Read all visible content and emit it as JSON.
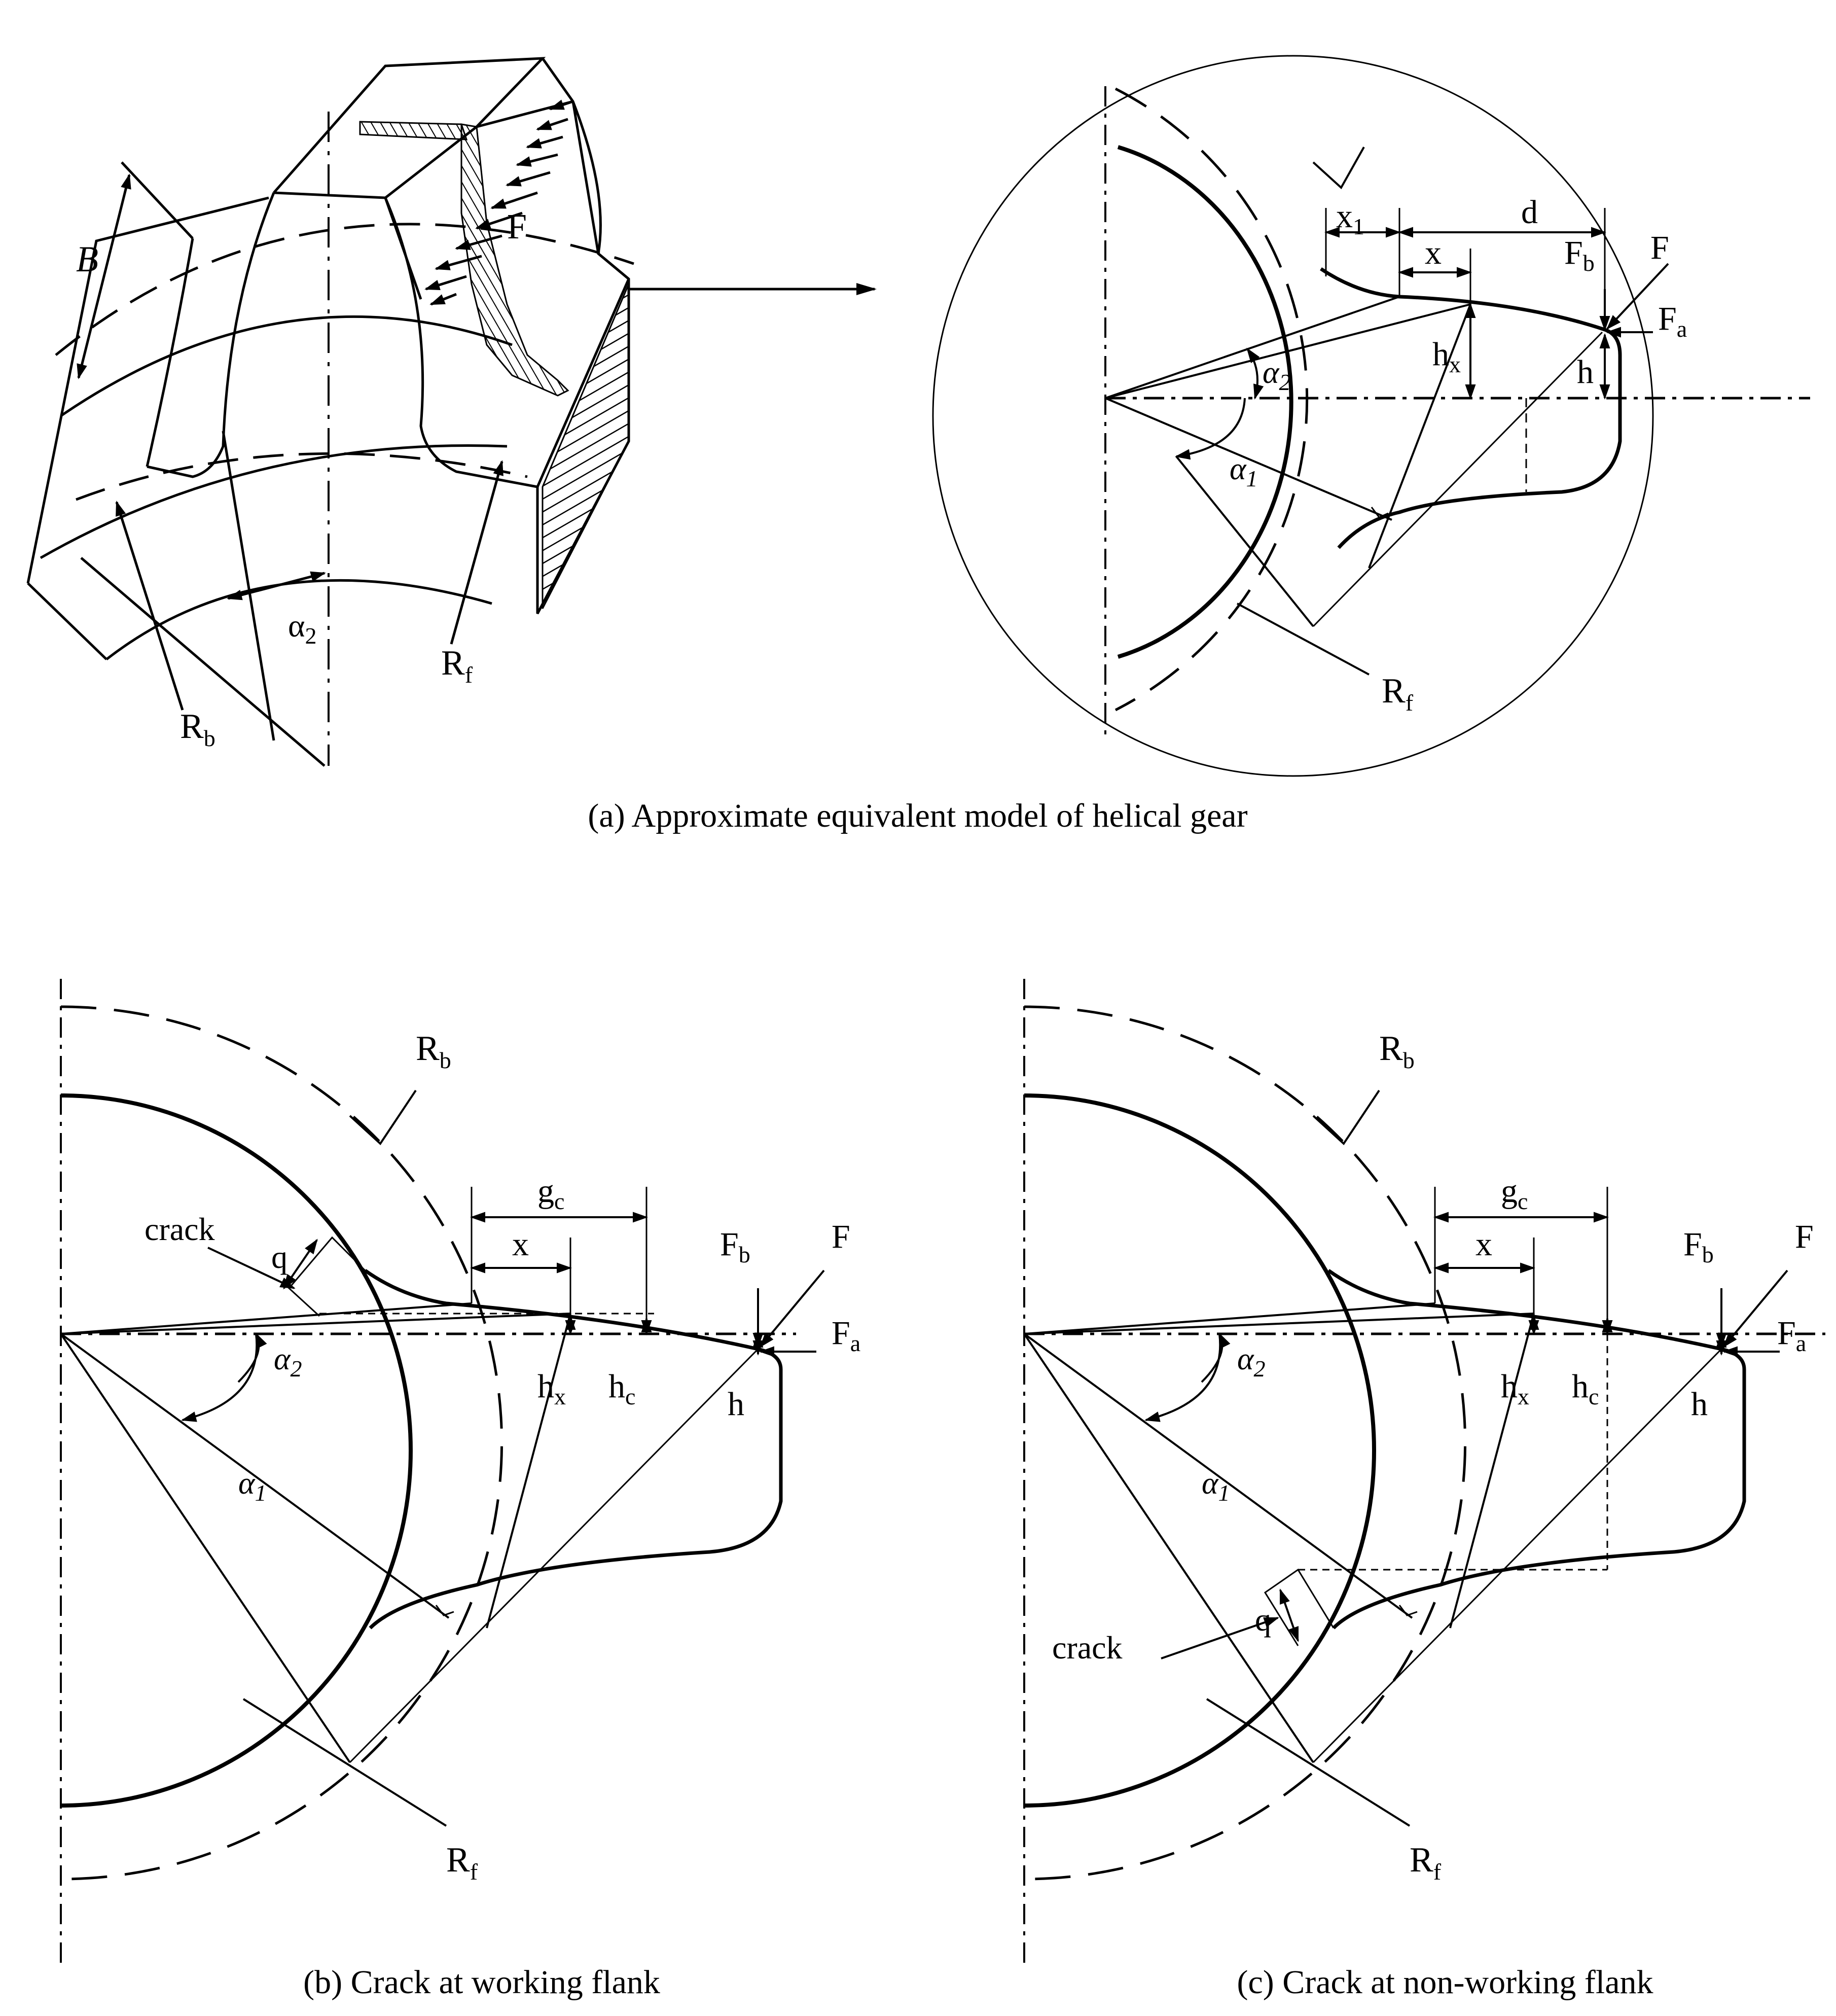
{
  "panel_a": {
    "caption": "(a) Approximate equivalent model of helical gear",
    "labels": {
      "B": "B",
      "F_3d": "F",
      "alpha2_3d": "α",
      "alpha2_3d_sub": "2",
      "Rf_3d": "R",
      "Rf_3d_sub": "f",
      "Rb_3d": "R",
      "Rb_3d_sub": "b",
      "x1": "x",
      "x1_sub": "1",
      "x": "x",
      "d": "d",
      "Fb": "F",
      "Fb_sub": "b",
      "F": "F",
      "Fa": "F",
      "Fa_sub": "a",
      "hx": "h",
      "hx_sub": "x",
      "h": "h",
      "alpha2": "α",
      "alpha2_sub": "2",
      "alpha1": "α",
      "alpha1_sub": "1",
      "Rf": "R",
      "Rf_sub": "f"
    }
  },
  "panel_b": {
    "caption": "(b) Crack at working flank",
    "labels": {
      "Rb": "R",
      "Rb_sub": "b",
      "crack": "crack",
      "q": "q",
      "gc": "g",
      "gc_sub": "c",
      "x": "x",
      "Fb": "F",
      "Fb_sub": "b",
      "F": "F",
      "Fa": "F",
      "Fa_sub": "a",
      "hx": "h",
      "hx_sub": "x",
      "hc": "h",
      "hc_sub": "c",
      "h": "h",
      "alpha2": "α",
      "alpha2_sub": "2",
      "alpha1": "α",
      "alpha1_sub": "1",
      "Rf": "R",
      "Rf_sub": "f"
    }
  },
  "panel_c": {
    "caption": "(c) Crack at non-working flank",
    "labels": {
      "Rb": "R",
      "Rb_sub": "b",
      "crack": "crack",
      "q": "q",
      "gc": "g",
      "gc_sub": "c",
      "x": "x",
      "Fb": "F",
      "Fb_sub": "b",
      "F": "F",
      "Fa": "F",
      "Fa_sub": "a",
      "hx": "h",
      "hx_sub": "x",
      "hc": "h",
      "hc_sub": "c",
      "h": "h",
      "alpha2": "α",
      "alpha2_sub": "2",
      "alpha1": "α",
      "alpha1_sub": "1",
      "Rf": "R",
      "Rf_sub": "f"
    }
  }
}
